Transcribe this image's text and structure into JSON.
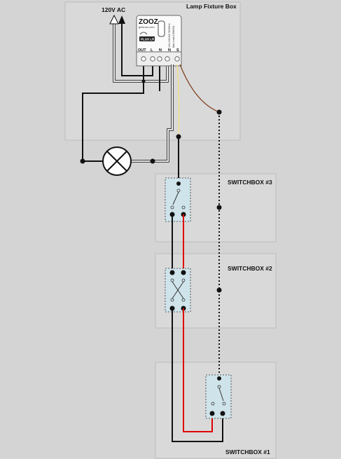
{
  "power": {
    "label": "120V AC"
  },
  "boxes": {
    "fixture": "Lamp Fixture  Box",
    "switchbox3": "SWITCHBOX #3",
    "switchbox2": "SWITCHBOX #2",
    "switchbox1": "SWITCHBOX #1"
  },
  "module": {
    "brand": "ZOOZ",
    "site": "getzooz.com",
    "badge": "PLUS LR",
    "side_text_1": "120-240VAC 50/60Hz",
    "side_text_2": "Max Load 150W/5A",
    "terminals": [
      "OUT",
      "L",
      "N",
      "N",
      "S"
    ]
  },
  "colors": {
    "background": "#d4d4d4",
    "wire_hot": "#e00000",
    "wire_black": "#111111",
    "wire_white": "#ffffff",
    "wire_yellow": "#f2e089",
    "wire_brown": "#7a3a1a",
    "switch_fill": "#cfe3ea"
  }
}
